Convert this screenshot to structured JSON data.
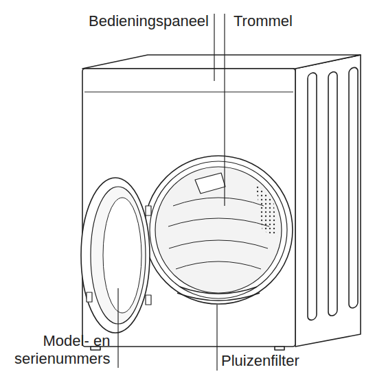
{
  "diagram": {
    "labels": [
      "Bedieningspaneel",
      "Trommel",
      "Model- en serienummers",
      "Pluizenfilter"
    ]
  }
}
